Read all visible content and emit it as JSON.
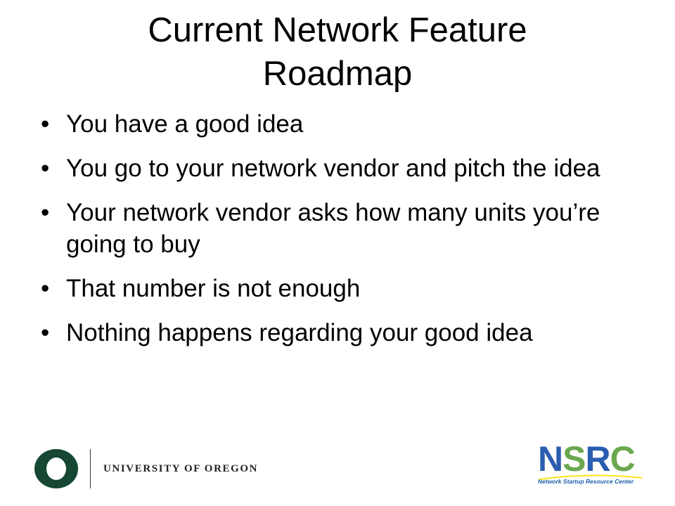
{
  "slide": {
    "title_lines": [
      "Current Network Feature",
      "Roadmap"
    ],
    "bullet_char": "•",
    "bullets": [
      "You have a good idea",
      "You go to your network vendor and pitch the idea",
      "Your network vendor asks how many units you’re going to buy",
      "That number is not enough",
      "Nothing happens regarding your good idea"
    ]
  },
  "footer": {
    "university_name": "UNIVERSITY OF OREGON",
    "nsrc": {
      "letters": [
        "N",
        "S",
        "R",
        "C"
      ],
      "subtitle": "Network Startup Resource Center"
    }
  },
  "colors": {
    "uo_green": "#154733",
    "uo_yellow": "#fee11a",
    "nsrc_blue": "#2a5db0",
    "nsrc_green": "#6aa84f"
  },
  "icons": {
    "uo_logo": "university-of-oregon-o-logo",
    "nsrc_logo": "nsrc-logo"
  }
}
